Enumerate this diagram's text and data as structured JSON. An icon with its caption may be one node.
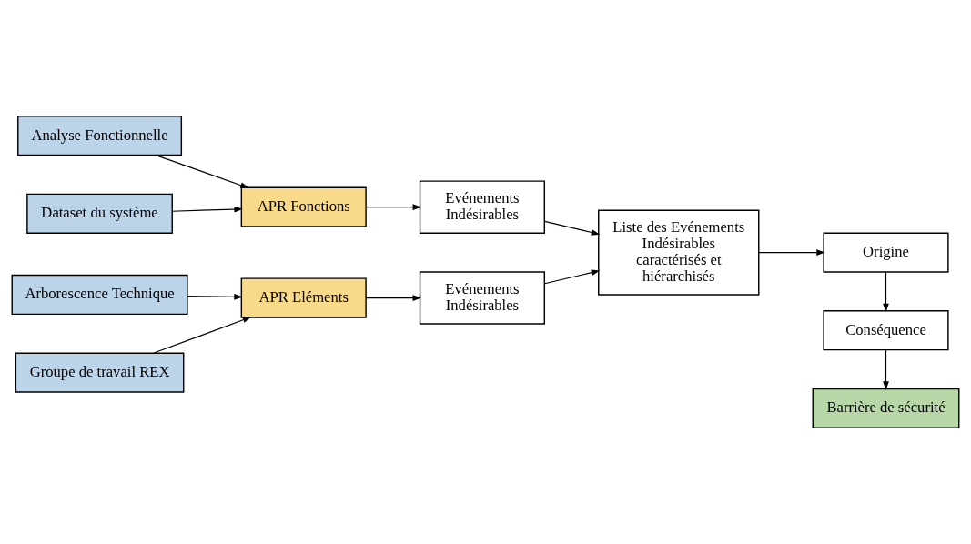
{
  "diagram": {
    "nodes": [
      {
        "text": [
          "Analyse Fonctionnelle"
        ]
      },
      {
        "text": [
          "Dataset du système"
        ]
      },
      {
        "text": [
          "APR Fonctions"
        ]
      },
      {
        "text": [
          "APR Eléments"
        ]
      },
      {
        "text": [
          "Evénements Indésirables"
        ]
      },
      {
        "text": [
          "Evénements Indésirables"
        ]
      },
      {
        "text": [
          "Liste des Evénements Indésirables caractérisés et hiérarchisés"
        ]
      },
      {
        "text": [
          "Origine"
        ]
      },
      {
        "text": [
          "Conséquence"
        ]
      },
      {
        "text": [
          "Barrière de sécurité"
        ]
      },
      {
        "text": [
          "Arborescence Technique"
        ]
      },
      {
        "text": [
          "Groupe de travail REX"
        ]
      }
    ],
    "edges": [
      {
        "from": 0,
        "to": 2,
        "arrow": "to"
      },
      {
        "from": 1,
        "to": 2,
        "arrow": "to"
      },
      {
        "from": 10,
        "to": 3,
        "arrow": "to"
      },
      {
        "from": 11,
        "to": 3,
        "arrow": "to"
      },
      {
        "from": 2,
        "to": 4,
        "arrow": "to"
      },
      {
        "from": 3,
        "to": 5,
        "arrow": "to"
      },
      {
        "from": 4,
        "to": 6,
        "arrow": "to"
      },
      {
        "from": 5,
        "to": 6,
        "arrow": "to"
      },
      {
        "from": 6,
        "to": 7,
        "arrow": "to"
      },
      {
        "from": 7,
        "to": 8,
        "arrow": "to"
      },
      {
        "from": 8,
        "to": 9,
        "arrow": "to"
      }
    ]
  }
}
